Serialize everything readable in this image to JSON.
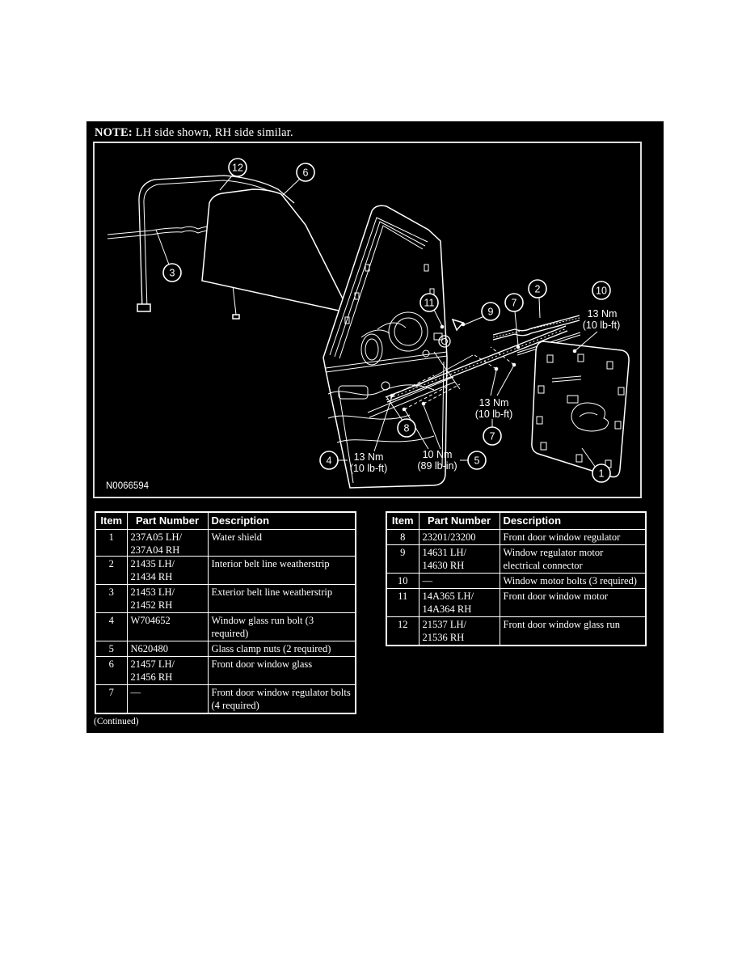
{
  "note": {
    "label": "NOTE:",
    "text": " LH side shown, RH side similar."
  },
  "figure": {
    "id": "N0066594",
    "callouts": [
      "12",
      "6",
      "3",
      "11",
      "9",
      "7",
      "2",
      "10",
      "8",
      "7",
      "4",
      "5",
      "1"
    ],
    "torque_labels": [
      {
        "line1": "13 Nm",
        "line2": "(10 lb-ft)"
      },
      {
        "line1": "13 Nm",
        "line2": "(10 lb-ft)"
      },
      {
        "line1": "13 Nm",
        "line2": "(10 lb-ft)"
      },
      {
        "line1": "10 Nm",
        "line2": "(89 lb-in)"
      }
    ]
  },
  "tables": {
    "headers": [
      "Item",
      "Part Number",
      "Description"
    ],
    "left_rows": [
      {
        "item": "1",
        "part": "237A05 LH/\n237A04 RH",
        "desc": "Water shield"
      },
      {
        "item": "2",
        "part": "21435 LH/\n21434 RH",
        "desc": "Interior belt line weatherstrip"
      },
      {
        "item": "3",
        "part": "21453 LH/\n21452 RH",
        "desc": "Exterior belt line weatherstrip"
      },
      {
        "item": "4",
        "part": "W704652",
        "desc": "Window glass run bolt (3 required)"
      },
      {
        "item": "5",
        "part": "N620480",
        "desc": "Glass clamp nuts (2 required)"
      },
      {
        "item": "6",
        "part": "21457 LH/\n21456 RH",
        "desc": "Front door window glass"
      },
      {
        "item": "7",
        "part": "—",
        "desc": "Front door window regulator bolts (4 required)"
      }
    ],
    "right_rows": [
      {
        "item": "8",
        "part": "23201/23200",
        "desc": "Front door window regulator"
      },
      {
        "item": "9",
        "part": "14631 LH/\n14630 RH",
        "desc": "Window regulator motor electrical connector"
      },
      {
        "item": "10",
        "part": "—",
        "desc": "Window motor bolts (3 required)"
      },
      {
        "item": "11",
        "part": "14A365 LH/\n14A364 RH",
        "desc": "Front door window motor"
      },
      {
        "item": "12",
        "part": "21537 LH/\n21536 RH",
        "desc": "Front door window glass run"
      }
    ]
  },
  "footer": {
    "continued": "(Continued)"
  }
}
